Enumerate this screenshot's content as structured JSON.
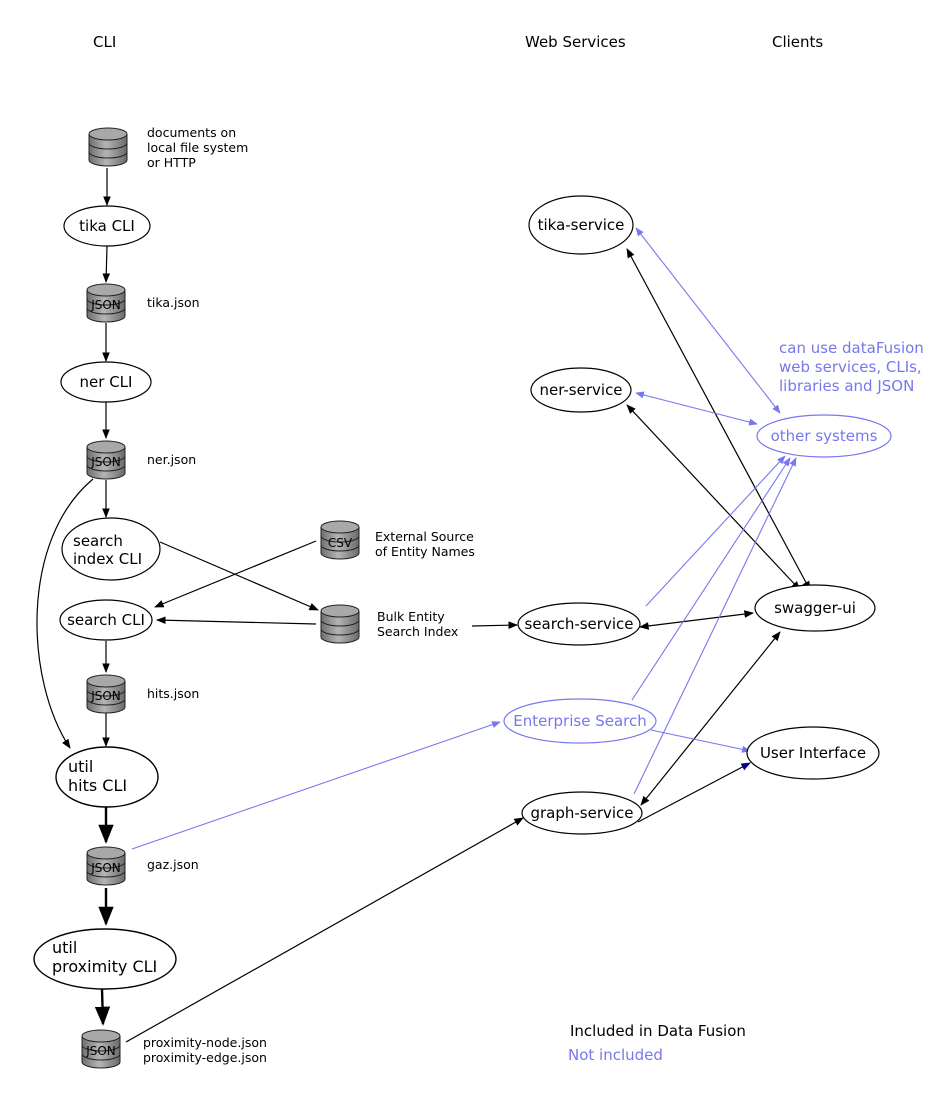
{
  "columns": {
    "cli": "CLI",
    "web_services": "Web Services",
    "clients": "Clients"
  },
  "datastores": {
    "documents": {
      "lines": [
        "documents on",
        "local file system",
        "or HTTP"
      ]
    },
    "tika_json": {
      "badge": "JSON",
      "lines": [
        "tika.json"
      ]
    },
    "ner_json": {
      "badge": "JSON",
      "lines": [
        "ner.json"
      ]
    },
    "external_csv": {
      "badge": "CSV",
      "lines": [
        "External Source",
        "of Entity Names"
      ]
    },
    "bulk_index": {
      "lines": [
        "Bulk Entity",
        "Search Index"
      ]
    },
    "hits_json": {
      "badge": "JSON",
      "lines": [
        "hits.json"
      ]
    },
    "gaz_json": {
      "badge": "JSON",
      "lines": [
        "gaz.json"
      ]
    },
    "proximity_json": {
      "badge": "JSON",
      "lines": [
        "proximity-node.json",
        "proximity-edge.json"
      ]
    }
  },
  "cli_nodes": {
    "tika_cli": [
      "tika CLI"
    ],
    "ner_cli": [
      "ner CLI"
    ],
    "search_index_cli": [
      "search",
      "index CLI"
    ],
    "search_cli": [
      "search CLI"
    ],
    "util_hits_cli": [
      "util",
      "hits CLI"
    ],
    "util_proximity_cli": [
      "util",
      "proximity CLI"
    ]
  },
  "service_nodes": {
    "tika_service": "tika-service",
    "ner_service": "ner-service",
    "search_service": "search-service",
    "graph_service": "graph-service",
    "enterprise_search": "Enterprise Search"
  },
  "client_nodes": {
    "swagger_ui": "swagger-ui",
    "user_interface": "User Interface",
    "other_systems": "other systems"
  },
  "annotation": [
    "can use dataFusion",
    "web services, CLIs,",
    "libraries and JSON"
  ],
  "legend": {
    "included": "Included in Data Fusion",
    "not_included": "Not included"
  },
  "colors": {
    "included": "#000000",
    "not_included": "#7777ee",
    "db_fill": "#8a8a8a",
    "dark_arrow": "#000080"
  }
}
